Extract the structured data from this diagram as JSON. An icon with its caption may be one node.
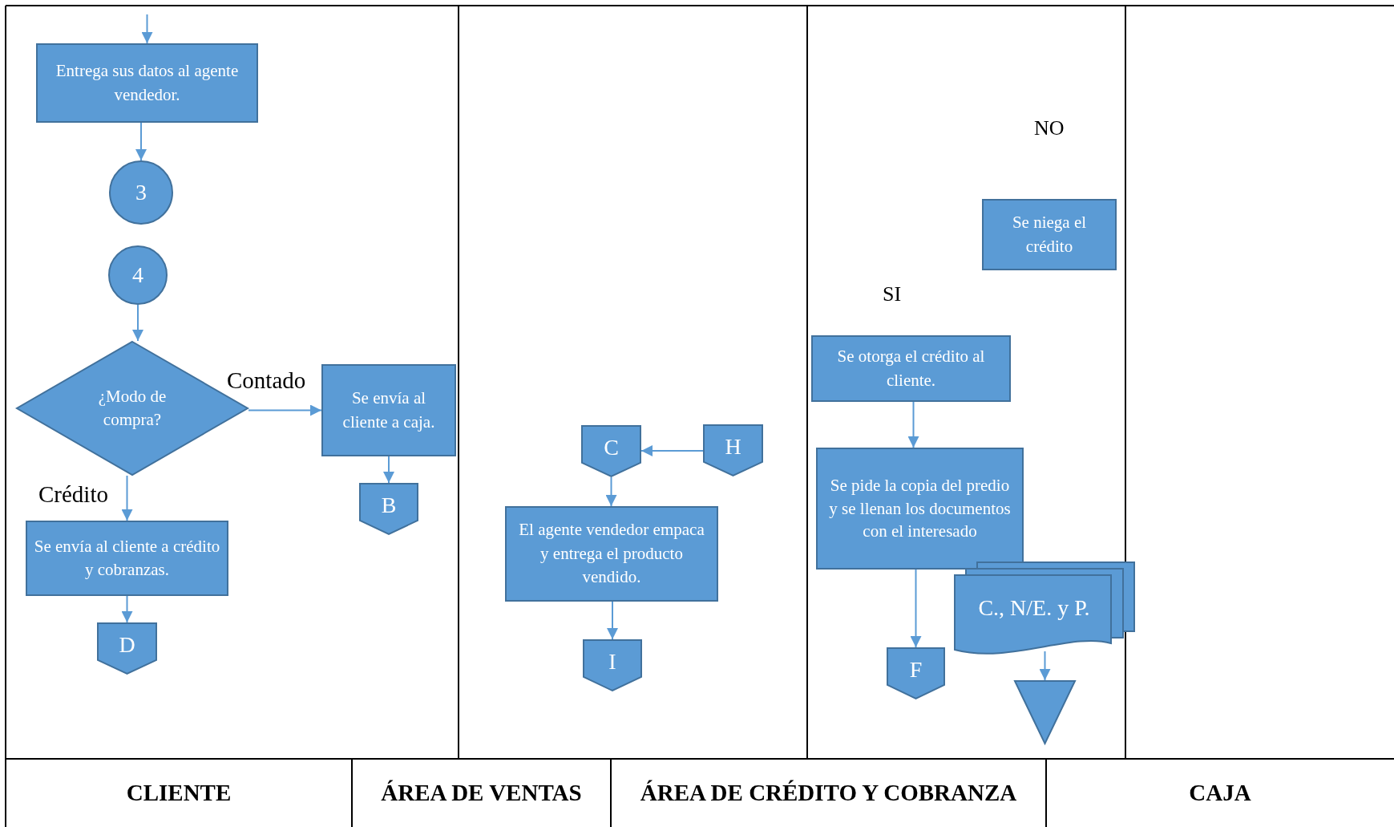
{
  "diagram": {
    "nodes": [
      {
        "text": [
          "Entrega sus datos al agente vendedor."
        ]
      },
      {
        "text": [
          "3"
        ]
      },
      {
        "text": [
          "4"
        ]
      },
      {
        "text": [
          "¿Modo de compra?"
        ]
      },
      {
        "text": [
          "Se envía al cliente a caja."
        ]
      },
      {
        "text": [
          "Se envía al cliente a crédito y cobranzas."
        ]
      },
      {
        "text": [
          "B"
        ]
      },
      {
        "text": [
          "D"
        ]
      },
      {
        "text": [
          "C"
        ]
      },
      {
        "text": [
          "H"
        ]
      },
      {
        "text": [
          "El agente vendedor empaca y entrega el producto vendido."
        ]
      },
      {
        "text": [
          "I"
        ]
      },
      {
        "text": [
          "Se niega el crédito"
        ]
      },
      {
        "text": [
          "Se otorga el crédito al cliente."
        ]
      },
      {
        "text": [
          "Se pide la copia del predio y se llenan los documentos con el interesado"
        ]
      },
      {
        "text": [
          "C., N/E. y P."
        ]
      },
      {
        "text": [
          "F"
        ]
      },
      {
        "text": [],
        "shape": "triangle"
      }
    ],
    "edges": [
      {
        "from": null,
        "to": 0,
        "arrow": "to"
      },
      {
        "from": 0,
        "to": 1,
        "arrow": "to"
      },
      {
        "from": 2,
        "to": 3,
        "arrow": "to"
      },
      {
        "from": 3,
        "to": 4,
        "arrow": "to",
        "label": "Contado"
      },
      {
        "from": 3,
        "to": 5,
        "arrow": "to",
        "label": "Crédito"
      },
      {
        "from": 4,
        "to": 6,
        "arrow": "to"
      },
      {
        "from": 5,
        "to": 7,
        "arrow": "to"
      },
      {
        "from": 9,
        "to": 8,
        "arrow": "to"
      },
      {
        "from": 8,
        "to": 10,
        "arrow": "to"
      },
      {
        "from": 10,
        "to": 11,
        "arrow": "to"
      },
      {
        "from": 13,
        "to": 14,
        "arrow": "to"
      },
      {
        "from": 14,
        "to": 16,
        "arrow": "to"
      },
      {
        "from": 15,
        "to": 17,
        "arrow": "to"
      }
    ],
    "labels": [
      "NO",
      "SI",
      "CLIENTE",
      "ÁREA DE VENTAS",
      "ÁREA DE CRÉDITO Y COBRANZA",
      "CAJA"
    ]
  }
}
